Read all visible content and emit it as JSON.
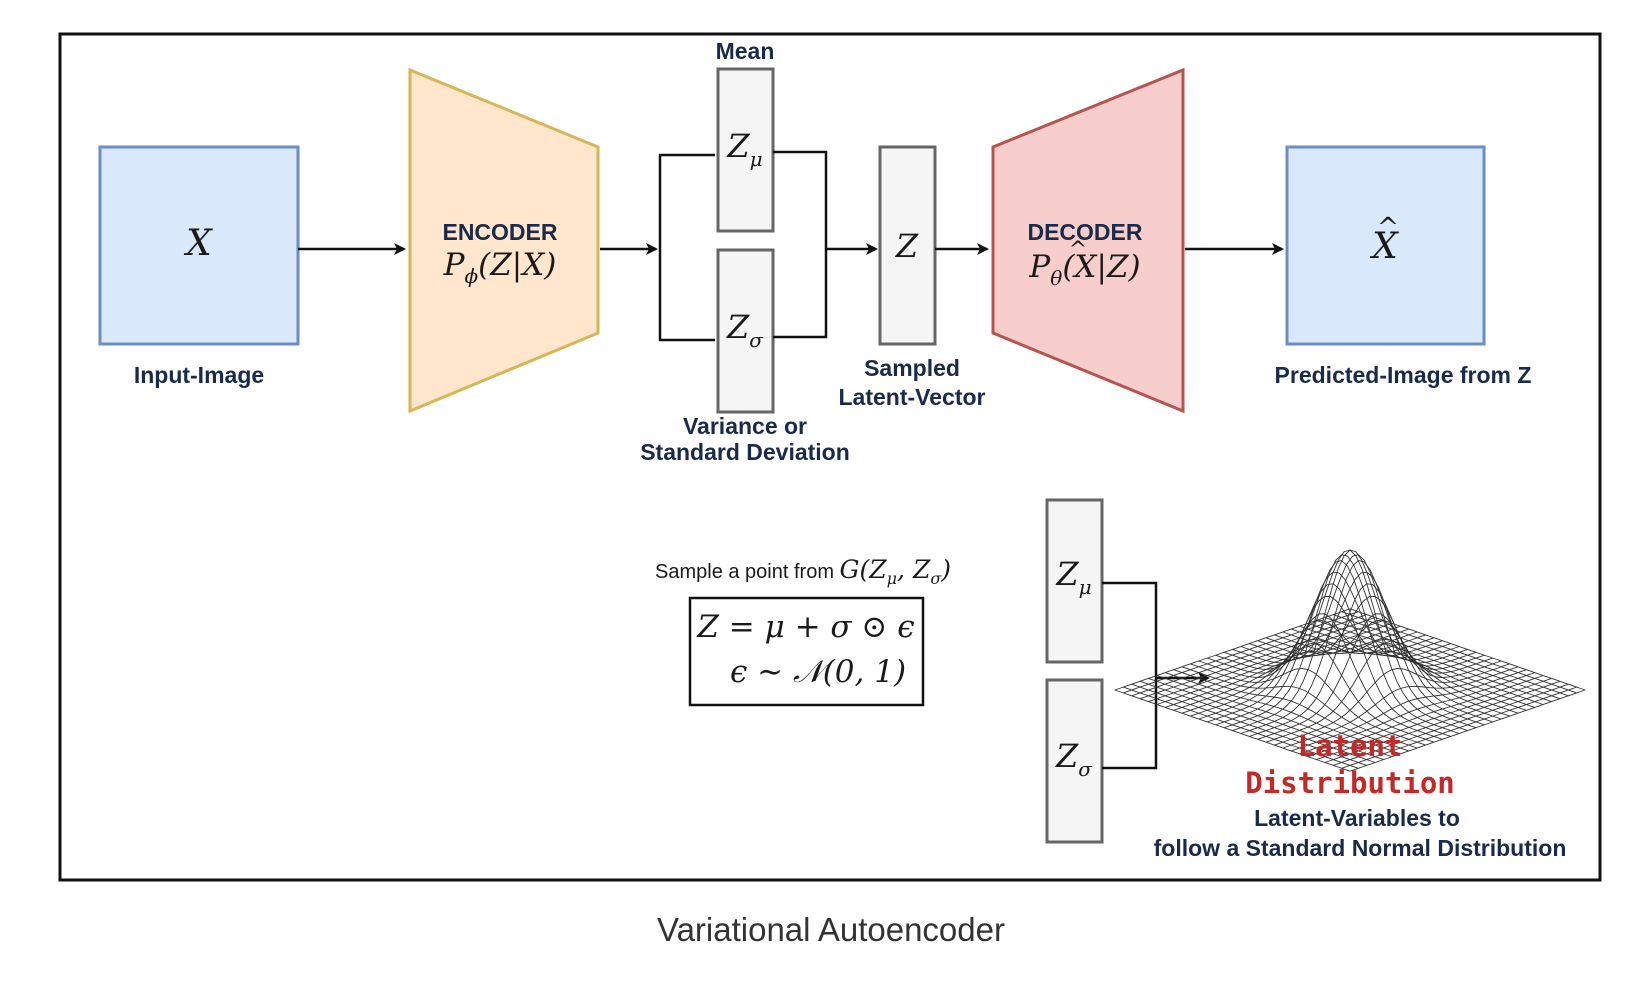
{
  "caption": "Variational Autoencoder",
  "input": {
    "symbol": "X",
    "label": "Input-Image"
  },
  "encoder": {
    "title": "ENCODER",
    "formula_P": "P",
    "formula_sub": "ϕ",
    "formula_rest": "(Z|X)"
  },
  "mean": {
    "label": "Mean",
    "symbol": "Z",
    "sub": "μ"
  },
  "variance": {
    "label_line1": "Variance or",
    "label_line2": "Standard Deviation",
    "symbol": "Z",
    "sub": "σ"
  },
  "sampled": {
    "symbol": "Z",
    "label_line1": "Sampled",
    "label_line2": "Latent-Vector"
  },
  "decoder": {
    "title": "DECODER",
    "formula_P": "P",
    "formula_sub": "θ",
    "formula_rest_a": "(",
    "formula_xhat": "X",
    "formula_rest_b": "|Z)"
  },
  "output": {
    "symbol": "X",
    "label": "Predicted-Image from Z"
  },
  "sampling": {
    "prefix": "Sample a point from ",
    "G": "G(Z",
    "g_sub1": "μ",
    "g_mid": ", Z",
    "g_sub2": "σ",
    "g_end": ")",
    "eq1": "Z = μ + σ ⊙ ϵ",
    "eq2": "ϵ ∼ 𝒩(0, 1)"
  },
  "latent": {
    "zmu": "Z",
    "zmu_sub": "μ",
    "zsigma": "Z",
    "zsigma_sub": "σ",
    "title_line1": "Latent",
    "title_line2": "Distribution",
    "desc_line1": "Latent-Variables to",
    "desc_line2": "follow a Standard Normal Distribution"
  },
  "colors": {
    "input_fill": "#dae8fc",
    "input_stroke": "#6c8ebf",
    "encoder_fill": "#ffe6cc",
    "encoder_stroke": "#d6b656",
    "decoder_fill": "#f8cecc",
    "decoder_stroke": "#b85450",
    "latent_fill": "#f5f5f5",
    "latent_stroke": "#666666",
    "label": "#1a2a4a",
    "latent_title": "#c62828"
  }
}
